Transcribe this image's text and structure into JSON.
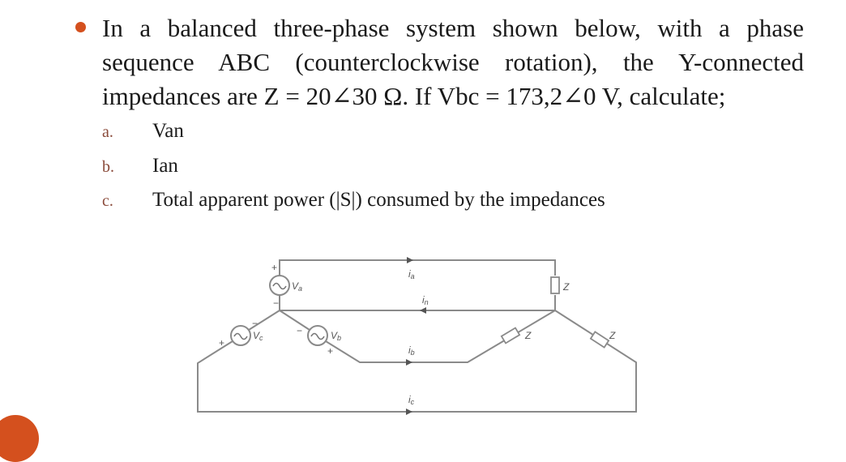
{
  "problem": {
    "bullet_color": "#d4501e",
    "lines": [
      "In a balanced three-phase system shown below, with a phase",
      "sequence ABC (counterclockwise rotation), the  Y-connected",
      "impedances are Z = 20∠30 Ω. If Vbc = 173,2∠0 V, calculate;"
    ]
  },
  "subitems": [
    {
      "marker": "a.",
      "text": "Van"
    },
    {
      "marker": "b.",
      "text": "Ian"
    },
    {
      "marker": "c.",
      "text": "Total apparent power (|S|) consumed by the impedances"
    }
  ],
  "circuit": {
    "sources": [
      {
        "label": "Va",
        "label_main": "V",
        "label_sub": "a",
        "plus": "+",
        "minus": "−"
      },
      {
        "label": "Vb",
        "label_main": "V",
        "label_sub": "b",
        "plus": "+",
        "minus": "−"
      },
      {
        "label": "Vc",
        "label_main": "V",
        "label_sub": "c",
        "plus": "+",
        "minus": "−"
      }
    ],
    "currents": [
      {
        "label": "ia",
        "main": "i",
        "sub": "a"
      },
      {
        "label": "in",
        "main": "i",
        "sub": "n"
      },
      {
        "label": "ib",
        "main": "i",
        "sub": "b"
      },
      {
        "label": "ic",
        "main": "i",
        "sub": "c"
      }
    ],
    "impedance_label": "Z",
    "ac_symbol": "~"
  }
}
